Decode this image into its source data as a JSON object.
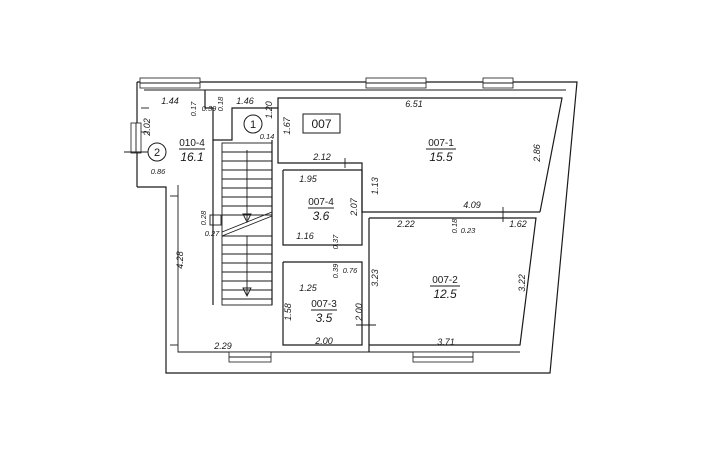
{
  "unit": {
    "label": "007"
  },
  "marks": [
    "1",
    "2"
  ],
  "rooms": [
    {
      "id": "007-1",
      "area": "15.5"
    },
    {
      "id": "007-2",
      "area": "12.5"
    },
    {
      "id": "007-3",
      "area": "3.5"
    },
    {
      "id": "007-4",
      "area": "3.6"
    },
    {
      "id": "010-4",
      "area": "16.1"
    }
  ],
  "dimensions": {
    "d_144": "1.44",
    "d_017": "0.17",
    "d_039a": "0.39",
    "d_018a": "0.18",
    "d_146": "1.46",
    "d_120": "1.20",
    "d_014": "0.14",
    "d_167": "1.67",
    "d_651": "6.51",
    "d_202": "2.02",
    "d_086": "0.86",
    "d_286": "2.86",
    "d_212": "2.12",
    "d_195": "1.95",
    "d_113": "1.13",
    "d_207": "2.07",
    "d_409": "4.09",
    "d_028": "0.28",
    "d_027": "0.27",
    "d_222": "2.22",
    "d_018b": "0.18",
    "d_023": "0.23",
    "d_162": "1.62",
    "d_116": "1.16",
    "d_037": "0.37",
    "d_428": "4.28",
    "d_039b": "0.39",
    "d_076": "0.76",
    "d_323": "3.23",
    "d_322": "3.22",
    "d_125": "1.25",
    "d_158": "1.58",
    "d_200a": "2.00",
    "d_200b": "2.00",
    "d_229": "2.29",
    "d_371": "3.71"
  }
}
